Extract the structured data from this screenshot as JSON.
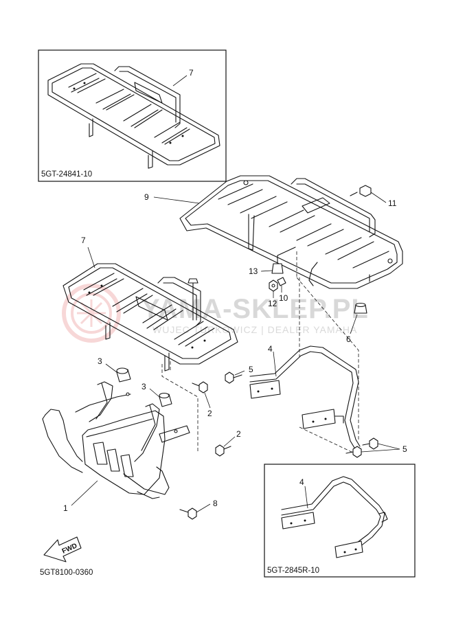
{
  "diagram": {
    "inset_top_code": "5GT-24841-10",
    "inset_bottom_code": "5GT-2845R-10",
    "figure_code": "5GT8100-0360",
    "fwd_label": "FWD",
    "watermark": {
      "main": "YAMA-SKLEP.PL",
      "sub": "WUJEC TURKOWICZ | DEALER YAMAHA"
    },
    "callouts": {
      "inset_rack_7": "7",
      "rear_rack_9": "9",
      "bolt_11": "11",
      "front_rack_7": "7",
      "collar_13": "13",
      "nut_12": "12",
      "collar_10": "10",
      "grommet_6": "6",
      "cover_3_left": "3",
      "cover_3_right": "3",
      "bolt_2_upper": "2",
      "bolt_2_lower": "2",
      "bracket_4": "4",
      "bolt_5_upper": "5",
      "bolts_5_lower": "5",
      "guard_1": "1",
      "bolt_8": "8",
      "inset_bracket_4": "4"
    }
  }
}
